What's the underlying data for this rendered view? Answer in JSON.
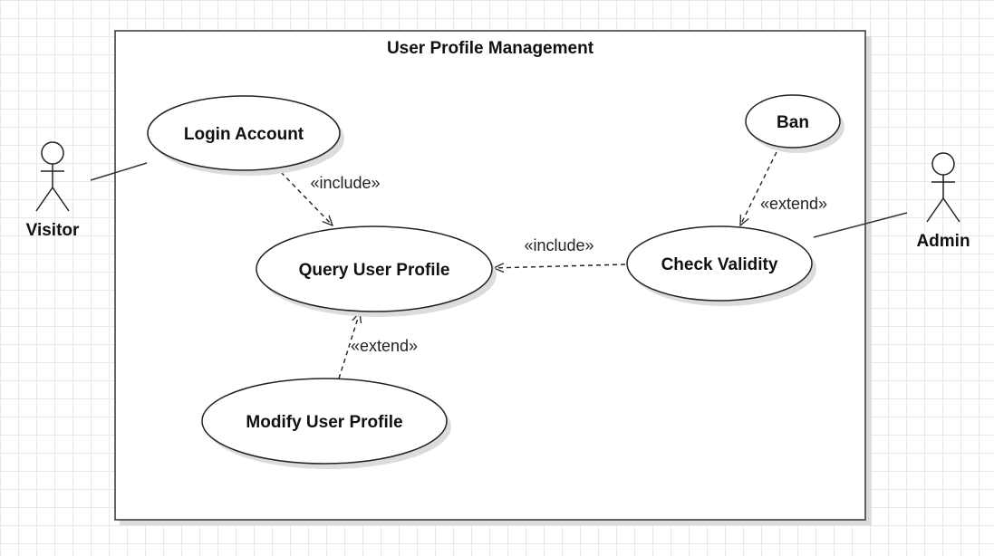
{
  "system": {
    "title": "User Profile Management"
  },
  "actors": {
    "visitor": "Visitor",
    "admin": "Admin"
  },
  "use_cases": {
    "login": "Login Account",
    "query": "Query User Profile",
    "modify": "Modify User Profile",
    "check": "Check Validity",
    "ban": "Ban"
  },
  "relations": {
    "login_query": "«include»",
    "modify_query": "«extend»",
    "check_query": "«include»",
    "ban_check": "«extend»"
  },
  "colors": {
    "stroke": "#333333",
    "fill": "#ffffff",
    "shadow": "#dddddd",
    "grid": "#e8e8e8"
  }
}
